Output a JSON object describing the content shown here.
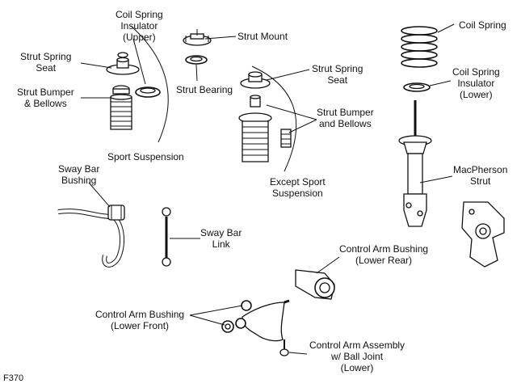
{
  "labels": {
    "coil_spring_insulator_upper": [
      "Coil Spring",
      "Insulator",
      "(Upper)"
    ],
    "strut_spring_seat_sport": [
      "Strut Spring",
      "Seat"
    ],
    "strut_bumper_bellows_sport": [
      "Strut Bumper",
      "& Bellows"
    ],
    "strut_mount": [
      "Strut Mount"
    ],
    "strut_bearing": [
      "Strut Bearing"
    ],
    "strut_spring_seat": [
      "Strut Spring",
      "Seat"
    ],
    "strut_bumper_and_bellows": [
      "Strut Bumper",
      "and Bellows"
    ],
    "sport_suspension": [
      "Sport Suspension"
    ],
    "except_sport_suspension": [
      "Except Sport",
      "Suspension"
    ],
    "coil_spring": [
      "Coil Spring"
    ],
    "coil_spring_insulator_lower": [
      "Coil Spring",
      "Insulator",
      "(Lower)"
    ],
    "macpherson_strut": [
      "MacPherson",
      "Strut"
    ],
    "sway_bar_bushing": [
      "Sway Bar",
      "Bushing"
    ],
    "sway_bar_link": [
      "Sway Bar",
      "Link"
    ],
    "control_arm_bushing_lower_rear": [
      "Control Arm Bushing",
      "(Lower Rear)"
    ],
    "control_arm_bushing_lower_front": [
      "Control Arm Bushing",
      "(Lower Front)"
    ],
    "control_arm_assembly": [
      "Control Arm Assembly",
      "w/ Ball Joint",
      "(Lower)"
    ]
  },
  "figure_id": "F370"
}
